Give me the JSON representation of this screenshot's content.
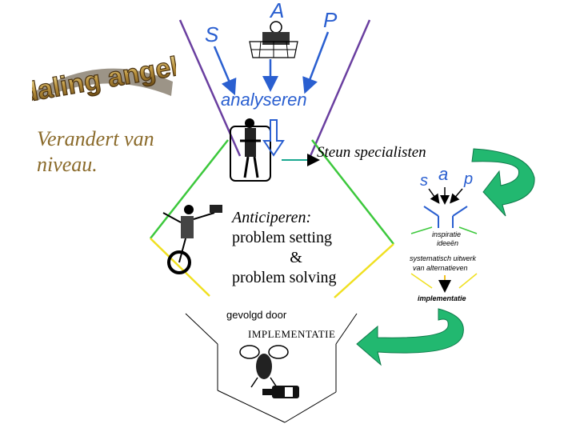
{
  "wordart": {
    "text": "Afdaling angels..."
  },
  "left_note": {
    "line1": "Verandert van",
    "line2": "niveau."
  },
  "top_funnel": {
    "letter_a": "A",
    "letter_s": "S",
    "letter_p": "P",
    "label": "analyseren"
  },
  "steun": {
    "text": "Steun specialisten"
  },
  "middle": {
    "line1": "Anticiperen:",
    "line2": "problem setting",
    "line3": "&",
    "line4": "problem solving"
  },
  "bottom": {
    "line1": "gevolgd door",
    "line2": "IMPLEMENTATIE"
  },
  "mini_diagram": {
    "s": "s",
    "a": "a",
    "p": "p",
    "inspiratie": "inspiratie",
    "ideeen": "ideeën",
    "systematisch": "systematisch uitwerk",
    "van_alt": "van alternatieven",
    "implementatie": "implementatie"
  },
  "colors": {
    "purple": "#6a3fa0",
    "blue": "#2a5fd0",
    "green": "#3cc83c",
    "yellow": "#f0e020",
    "teal": "#1aa890",
    "arrow_green": "#22b870"
  }
}
